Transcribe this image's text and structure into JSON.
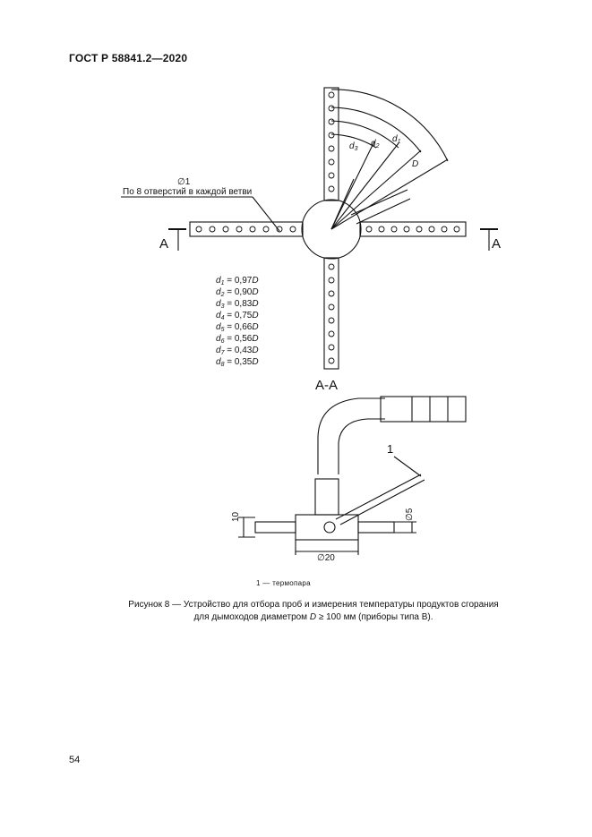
{
  "header": "ГОСТ Р 58841.2—2020",
  "page_number": "54",
  "figure": {
    "hole_label": "∅1",
    "hole_note": "По 8 отверстий в каждой ветви",
    "section_marker": "A",
    "section_title": "A-A",
    "arc_labels": {
      "d1": "d",
      "d1_sub": "1",
      "d2": "d",
      "d2_sub": "2",
      "d3": "d",
      "d3_sub": "3",
      "D": "D"
    },
    "diameters": [
      {
        "sym": "d",
        "sub": "1",
        "eq": " = 0,97",
        "var": "D"
      },
      {
        "sym": "d",
        "sub": "2",
        "eq": " = 0,90",
        "var": "D"
      },
      {
        "sym": "d",
        "sub": "3",
        "eq": " = 0,83",
        "var": "D"
      },
      {
        "sym": "d",
        "sub": "4",
        "eq": " = 0,75",
        "var": "D"
      },
      {
        "sym": "d",
        "sub": "5",
        "eq": " = 0,66",
        "var": "D"
      },
      {
        "sym": "d",
        "sub": "6",
        "eq": " = 0,56",
        "var": "D"
      },
      {
        "sym": "d",
        "sub": "7",
        "eq": " = 0,43",
        "var": "D"
      },
      {
        "sym": "d",
        "sub": "8",
        "eq": " = 0,35",
        "var": "D"
      }
    ],
    "dimensions": {
      "height": "10",
      "width": "∅20",
      "inner": "∅5",
      "callout": "1"
    },
    "legend": "1 — термопара",
    "caption_line1": "Рисунок 8 — Устройство для отбора проб и измерения температуры продуктов сгорания",
    "caption_line2a": "для дымоходов диаметром ",
    "caption_line2_var": "D",
    "caption_line2b": " ≥ 100 мм (приборы типа В)."
  }
}
